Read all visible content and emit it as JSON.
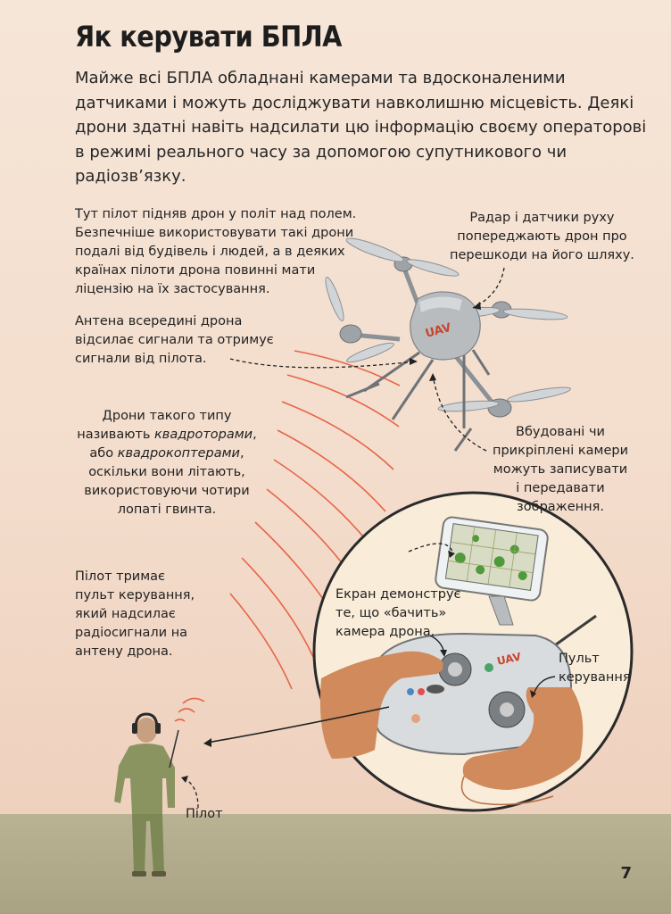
{
  "title": "Як керувати БПЛА",
  "intro": {
    "l1": "Майже всі БПЛА обладнані камерами та вдосконаленими",
    "l2": "датчиками і можуть досліджувати навколишню місцевість. Деякі",
    "l3": "дрони здатні навіть надсилати цю інформацію своєму операторові",
    "l4": "в режимі реального часу за допомогою супутникового чи",
    "l5": "радіозв’язку."
  },
  "captions": {
    "pilot_field": {
      "l1": "Тут пілот підняв дрон у політ над полем.",
      "l2": "Безпечніше використовувати такі дрони",
      "l3": "подалі від будівель і людей, а в деяких",
      "l4": "країнах пілоти дрона повинні мати",
      "l5": "ліцензію на їх застосування."
    },
    "radar": {
      "l1": "Радар і датчики руху",
      "l2": "попереджають дрон про",
      "l3": "перешкоди на його шляху."
    },
    "antenna": {
      "l1": "Антена всередині дрона",
      "l2": "відсилає сигнали та отримує",
      "l3": "сигнали від пілота."
    },
    "quadrotor": {
      "l1": "Дрони такого типу",
      "l2a": "називають ",
      "l2b": "квадроторами",
      "l2c": ",",
      "l3a": "або ",
      "l3b": "квадрокоптерами",
      "l3c": ",",
      "l4": "оскільки вони літають,",
      "l5": "використовуючи чотири",
      "l6": "лопаті гвинта."
    },
    "cameras": {
      "l1": "Вбудовані чи",
      "l2": "прикріплені камери",
      "l3": "можуть записувати",
      "l4": "і передавати",
      "l5": "зображення."
    },
    "remote_holder": {
      "l1": "Пілот тримає",
      "l2": "пульт керування,",
      "l3": "який надсилає",
      "l4": "радіосигнали на",
      "l5": "антену дрона."
    },
    "screen": {
      "l1": "Екран демонструє",
      "l2": "те, що «бачить»",
      "l3": "камера дрона."
    },
    "remote": {
      "l1": "Пульт",
      "l2": "керування"
    },
    "pilot": "Пілот"
  },
  "drone_logo": "UAV",
  "remote_logo": "UAV",
  "page_number": "7",
  "colors": {
    "signal_waves": "#e8644a",
    "ground": "#b1aa8b",
    "pilot_uniform": "#8a9460",
    "drone_body": "#b9bcbf"
  }
}
